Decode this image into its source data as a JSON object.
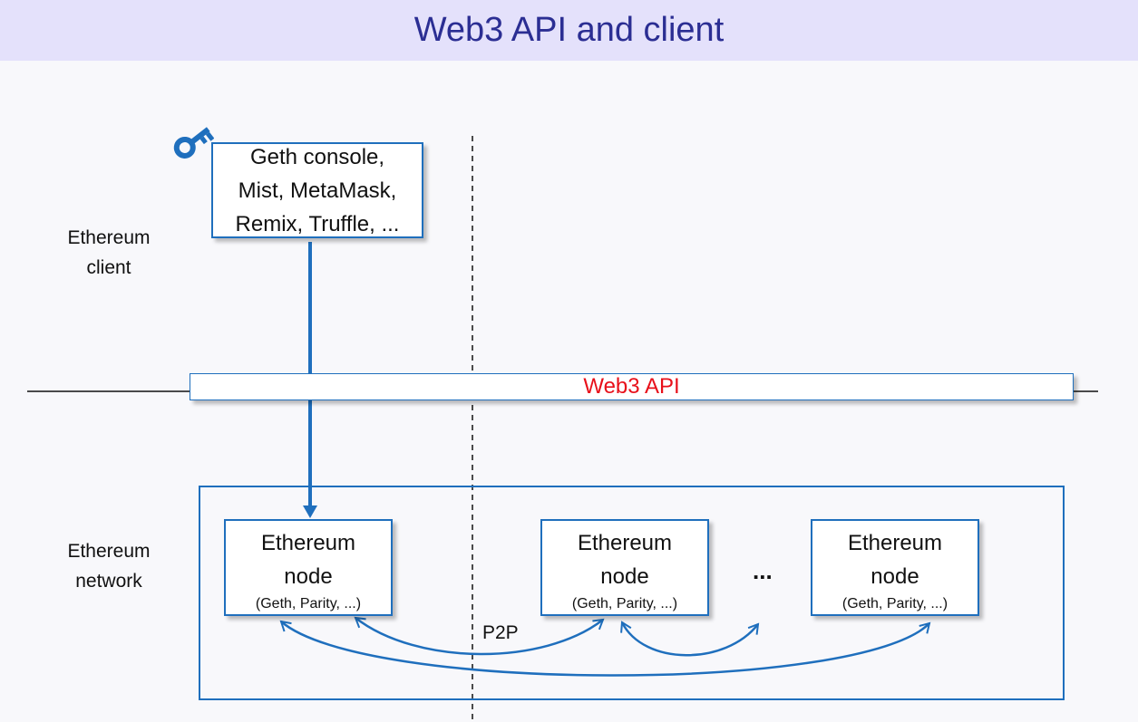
{
  "title": "Web3 API and client",
  "client_label": {
    "line1": "Ethereum",
    "line2": "client"
  },
  "network_label": {
    "line1": "Ethereum",
    "line2": "network"
  },
  "client_box": {
    "line1": "Geth console,",
    "line2": "Mist, MetaMask,",
    "line3": "Remix, Truffle, ..."
  },
  "api_label": "Web3 API",
  "nodes": [
    {
      "line1": "Ethereum",
      "line2": "node",
      "line3": "(Geth, Parity, ...)"
    },
    {
      "line1": "Ethereum",
      "line2": "node",
      "line3": "(Geth, Parity, ...)"
    },
    {
      "line1": "Ethereum",
      "line2": "node",
      "line3": "(Geth, Parity, ...)"
    }
  ],
  "ellipsis": "...",
  "p2p_label": "P2P",
  "icons": {
    "key": "key-icon"
  },
  "colors": {
    "accent": "#1f6fbd",
    "title": "#2b2e93",
    "title_bg": "#e4e1fb",
    "api": "#e8101a"
  }
}
